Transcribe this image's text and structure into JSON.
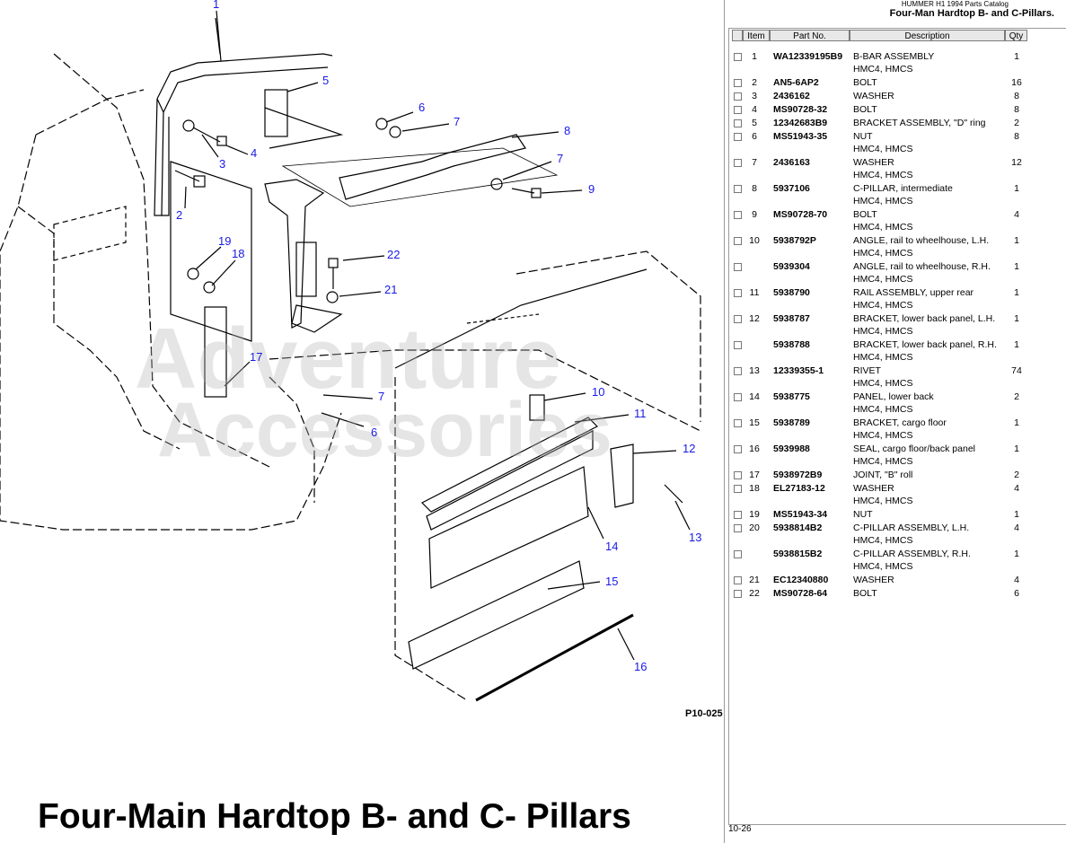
{
  "diagram": {
    "figure_code": "P10-025",
    "title": "Four-Main Hardtop B- and C- Pillars",
    "watermark_line1": "Adventure",
    "watermark_line2": "Accessories",
    "callouts": [
      "1",
      "2",
      "3",
      "4",
      "5",
      "6",
      "7",
      "8",
      "7",
      "9",
      "22",
      "21",
      "19",
      "18",
      "17",
      "7",
      "6",
      "10",
      "11",
      "12",
      "13",
      "14",
      "15",
      "16"
    ]
  },
  "panel": {
    "catalog_title": "HUMMER H1 1994 Parts Catalog",
    "section_title": "Four-Man Hardtop B- and C-Pillars.",
    "columns": [
      "Item",
      "Part No.",
      "Description",
      "Qty"
    ],
    "rows": [
      {
        "item": "1",
        "part": "WA12339195B9",
        "desc": "B-BAR ASSEMBLY",
        "sub": "HMC4, HMCS",
        "qty": "1"
      },
      {
        "item": "2",
        "part": "AN5-6AP2",
        "desc": "BOLT",
        "sub": "",
        "qty": "16"
      },
      {
        "item": "3",
        "part": "2436162",
        "desc": "WASHER",
        "sub": "",
        "qty": "8"
      },
      {
        "item": "4",
        "part": "MS90728-32",
        "desc": "BOLT",
        "sub": "",
        "qty": "8"
      },
      {
        "item": "5",
        "part": "12342683B9",
        "desc": "BRACKET ASSEMBLY, \"D\" ring",
        "sub": "",
        "qty": "2"
      },
      {
        "item": "6",
        "part": "MS51943-35",
        "desc": "NUT",
        "sub": "HMC4, HMCS",
        "qty": "8"
      },
      {
        "item": "7",
        "part": "2436163",
        "desc": "WASHER",
        "sub": "HMC4, HMCS",
        "qty": "12"
      },
      {
        "item": "8",
        "part": "5937106",
        "desc": "C-PILLAR, intermediate",
        "sub": "HMC4, HMCS",
        "qty": "1"
      },
      {
        "item": "9",
        "part": "MS90728-70",
        "desc": "BOLT",
        "sub": "HMC4, HMCS",
        "qty": "4"
      },
      {
        "item": "10",
        "part": "5938792P",
        "desc": "ANGLE, rail to wheelhouse, L.H.",
        "sub": "HMC4, HMCS",
        "qty": "1"
      },
      {
        "item": "",
        "part": "5939304",
        "desc": "ANGLE, rail to wheelhouse, R.H.",
        "sub": "HMC4, HMCS",
        "qty": "1"
      },
      {
        "item": "11",
        "part": "5938790",
        "desc": "RAIL ASSEMBLY, upper rear",
        "sub": "HMC4, HMCS",
        "qty": "1"
      },
      {
        "item": "12",
        "part": "5938787",
        "desc": "BRACKET, lower back panel, L.H.",
        "sub": "HMC4, HMCS",
        "qty": "1"
      },
      {
        "item": "",
        "part": "5938788",
        "desc": "BRACKET, lower back panel, R.H.",
        "sub": "HMC4, HMCS",
        "qty": "1"
      },
      {
        "item": "13",
        "part": "12339355-1",
        "desc": "RIVET",
        "sub": "HMC4, HMCS",
        "qty": "74"
      },
      {
        "item": "14",
        "part": "5938775",
        "desc": "PANEL, lower back",
        "sub": "HMC4, HMCS",
        "qty": "2"
      },
      {
        "item": "15",
        "part": "5938789",
        "desc": "BRACKET, cargo floor",
        "sub": "HMC4, HMCS",
        "qty": "1"
      },
      {
        "item": "16",
        "part": "5939988",
        "desc": "SEAL, cargo floor/back panel",
        "sub": "HMC4, HMCS",
        "qty": "1"
      },
      {
        "item": "17",
        "part": "5938972B9",
        "desc": "JOINT, \"B\" roll",
        "sub": "",
        "qty": "2"
      },
      {
        "item": "18",
        "part": "EL27183-12",
        "desc": "WASHER",
        "sub": "HMC4, HMCS",
        "qty": "4"
      },
      {
        "item": "19",
        "part": "MS51943-34",
        "desc": "NUT",
        "sub": "",
        "qty": "1"
      },
      {
        "item": "20",
        "part": "5938814B2",
        "desc": "C-PILLAR ASSEMBLY, L.H.",
        "sub": "HMC4, HMCS",
        "qty": "4"
      },
      {
        "item": "",
        "part": "5938815B2",
        "desc": "C-PILLAR ASSEMBLY, R.H.",
        "sub": "HMC4, HMCS",
        "qty": "1"
      },
      {
        "item": "21",
        "part": "EC12340880",
        "desc": "WASHER",
        "sub": "",
        "qty": "4"
      },
      {
        "item": "22",
        "part": "MS90728-64",
        "desc": "BOLT",
        "sub": "",
        "qty": "6"
      }
    ],
    "page_number": "10-26"
  }
}
